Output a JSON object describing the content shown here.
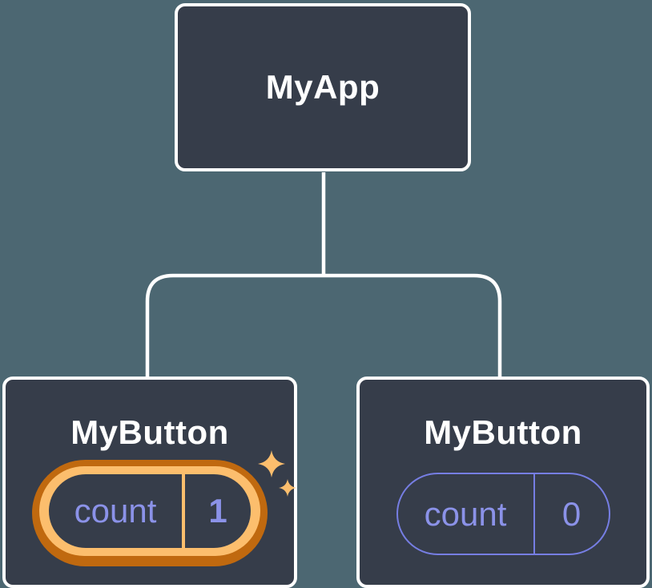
{
  "canvas": {
    "background_color": "#4c6772"
  },
  "tree": {
    "root": {
      "label": "MyApp"
    },
    "children": [
      {
        "label": "MyButton",
        "state": {
          "key": "count",
          "value": "1"
        },
        "highlighted": true
      },
      {
        "label": "MyButton",
        "state": {
          "key": "count",
          "value": "0"
        },
        "highlighted": false
      }
    ]
  },
  "colors": {
    "node_fill": "#363d4a",
    "node_border": "#ffffff",
    "node_text": "#ffffff",
    "state_text": "#8b92e8",
    "state_pill_border": "#767ee3",
    "highlight_outer": "#c0690f",
    "highlight_inner": "#fcbe6d",
    "sparkle": "#fcbe6d",
    "connector": "#ffffff"
  },
  "icons": {
    "sparkles": "four-point-sparkle-pair"
  }
}
